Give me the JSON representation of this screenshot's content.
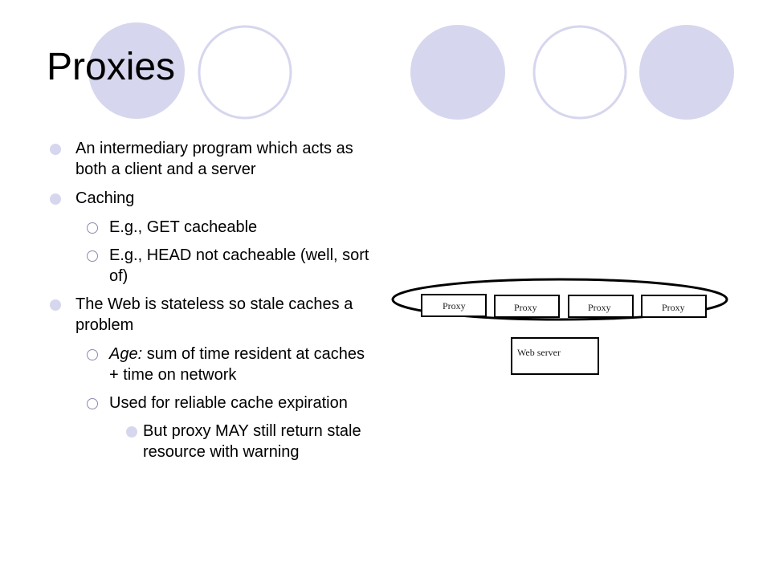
{
  "slide": {
    "title": "Proxies",
    "colors": {
      "circle_fill": "#d6d6ee",
      "circle_stroke": "#d6d6ee",
      "bullet": "#d6d6ee"
    }
  },
  "bullets": [
    {
      "text": "An intermediary program which acts as both a client and a server"
    },
    {
      "text": "Caching"
    },
    {
      "text": "E.g., GET cacheable"
    },
    {
      "text": "E.g., HEAD not cacheable (well, sort of)"
    },
    {
      "text": "The Web is stateless so stale caches a problem"
    },
    {
      "emph": "Age:",
      "text": " sum of time resident at caches + time on network"
    },
    {
      "text": "Used for reliable cache expiration"
    },
    {
      "text": "But proxy MAY still return stale resource with warning"
    }
  ],
  "diagram": {
    "proxies": [
      "Proxy",
      "Proxy",
      "Proxy",
      "Proxy"
    ],
    "server": "Web server"
  }
}
